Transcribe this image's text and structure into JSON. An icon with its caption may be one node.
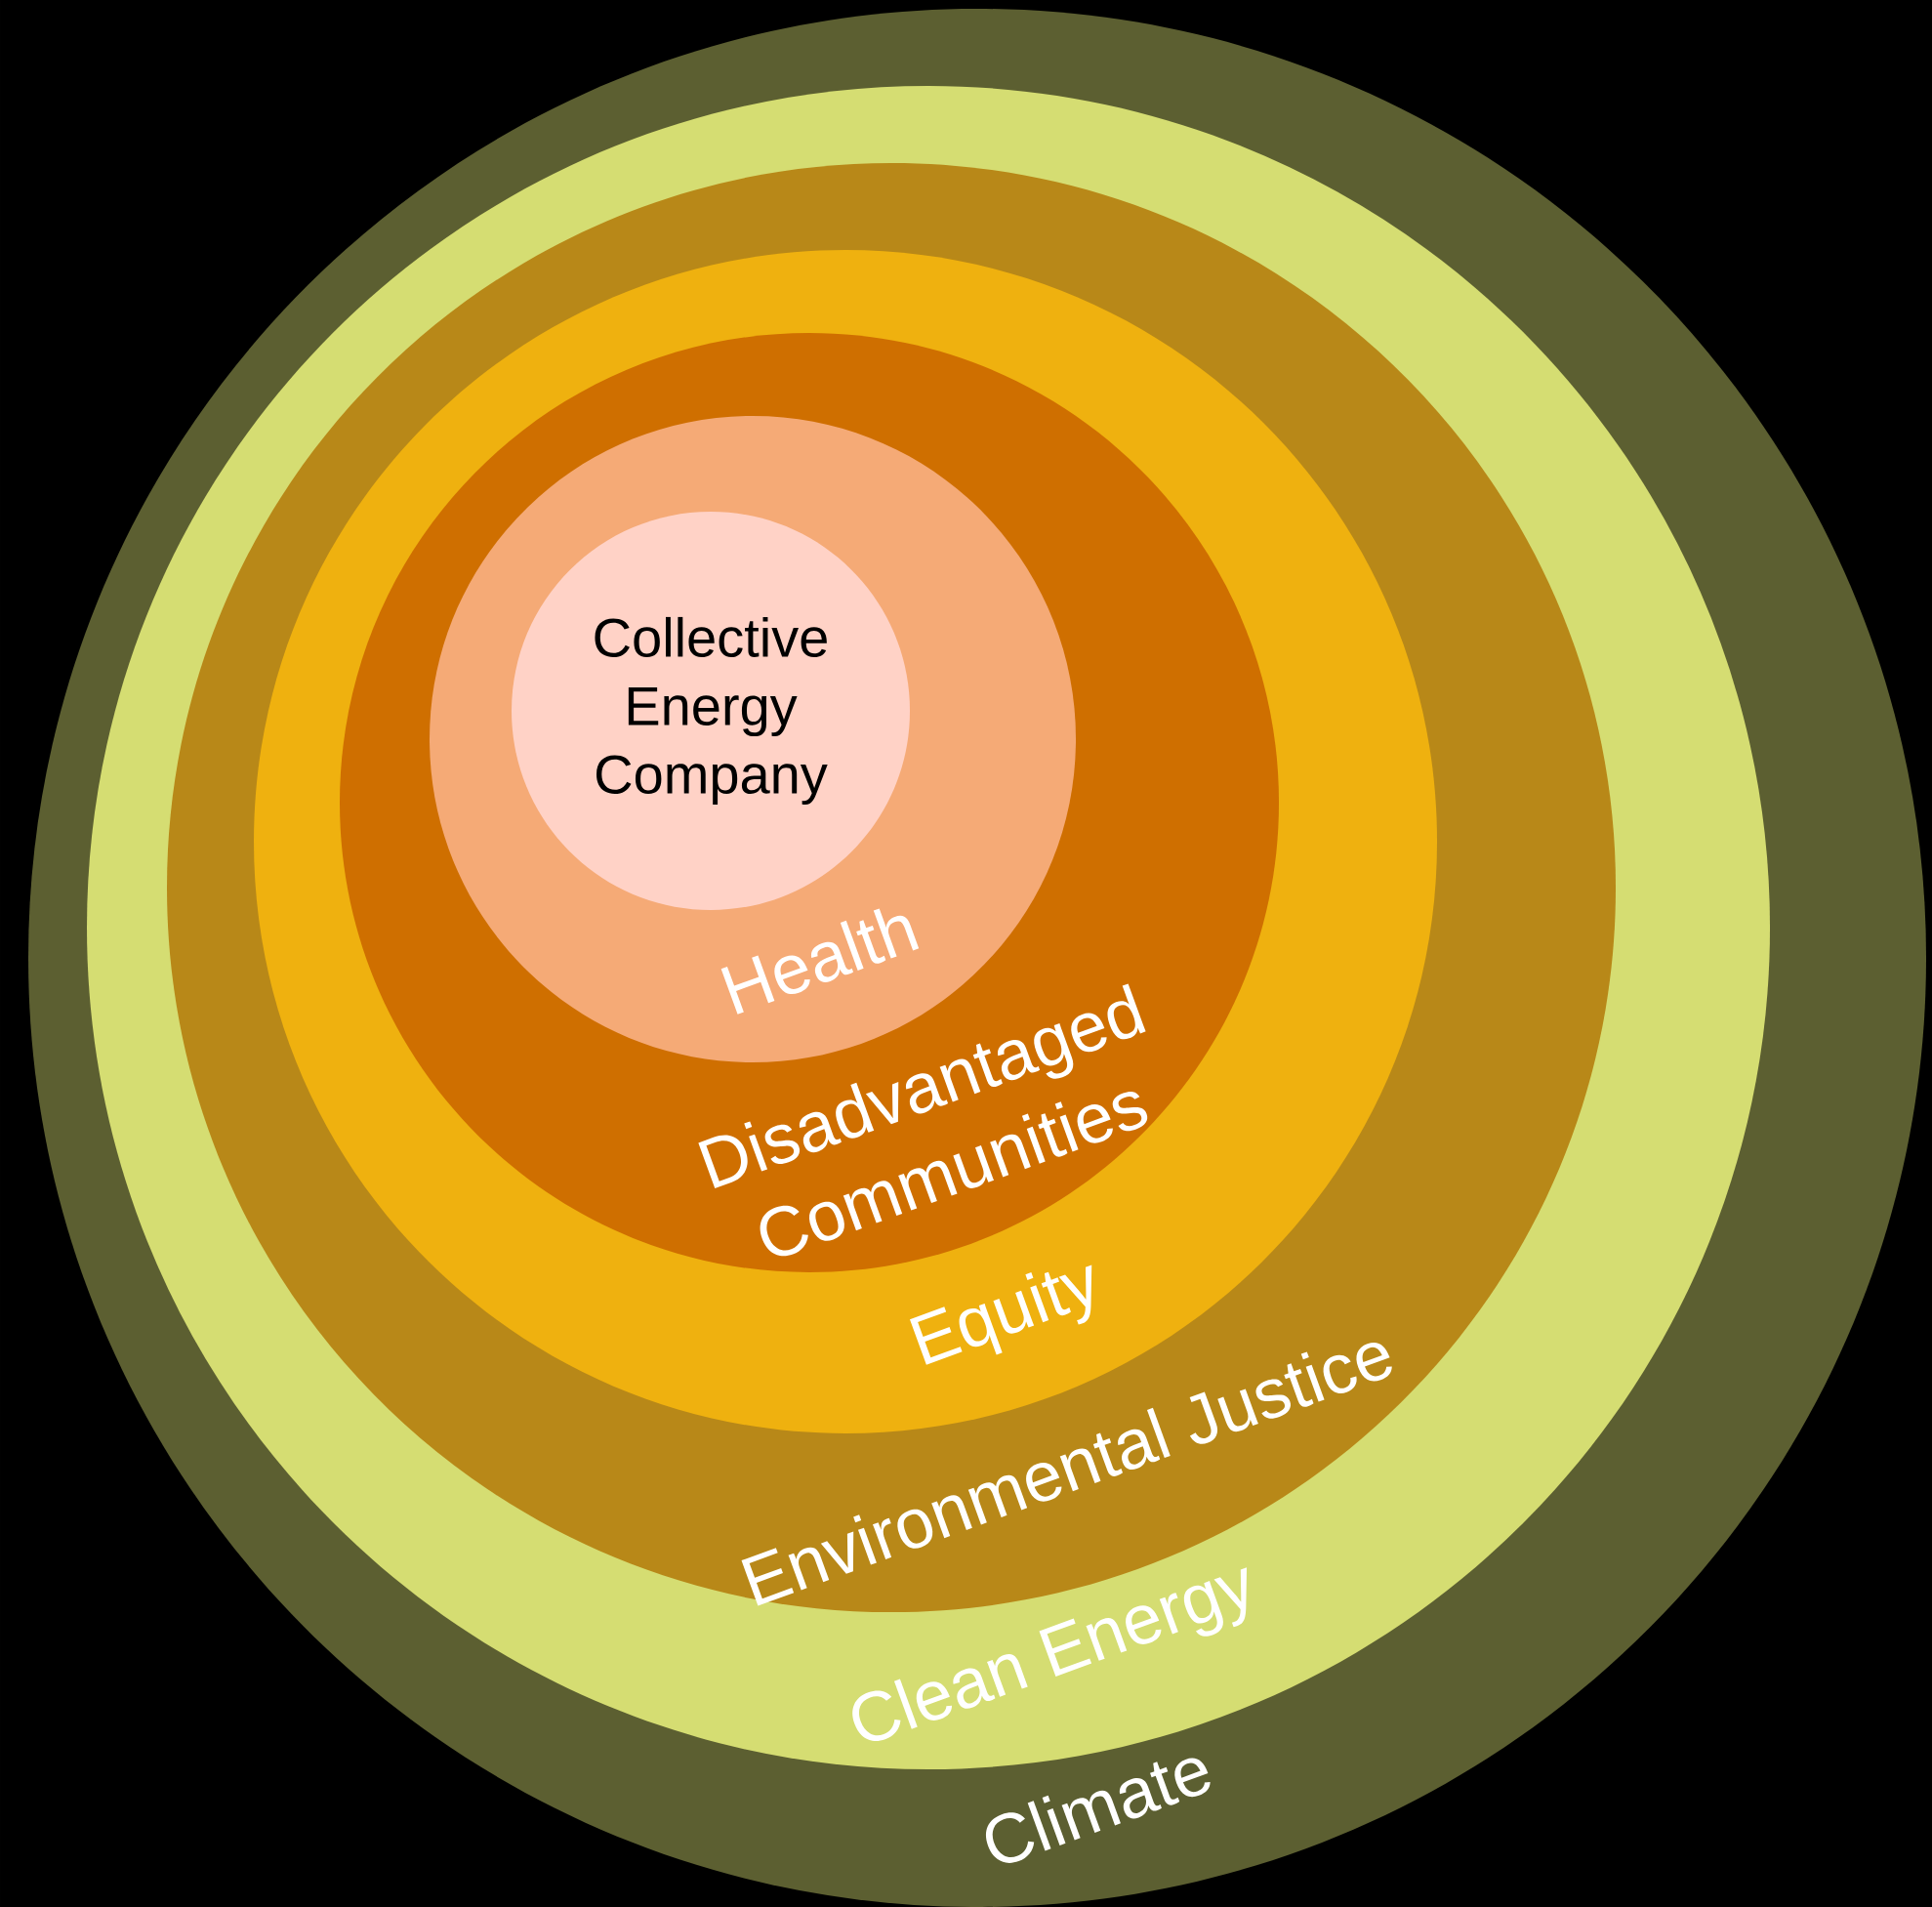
{
  "diagram": {
    "nodes": [
      {
        "text": [
          "Climate"
        ]
      },
      {
        "text": [
          "Clean Energy"
        ],
        "in": 0
      },
      {
        "text": [
          "Environmental Justice"
        ],
        "in": 1
      },
      {
        "text": [
          "Equity"
        ],
        "in": 2
      },
      {
        "text": [
          "Disadvantaged Communities"
        ],
        "in": 3
      },
      {
        "text": [
          "Health"
        ],
        "in": 4
      },
      {
        "text": [
          "Collective Energy Company"
        ],
        "in": 5
      }
    ]
  }
}
